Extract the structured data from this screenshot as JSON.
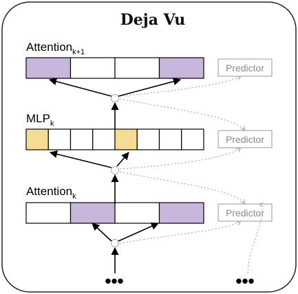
{
  "title": "Deja Vu",
  "layers": [
    {
      "name": "Attention",
      "subscript": "k+1",
      "cells": 4,
      "highlighted": [
        0,
        3
      ],
      "fill_color": "#c9b6dc"
    },
    {
      "name": "MLP",
      "subscript": "k",
      "cells": 8,
      "highlighted": [
        0,
        4
      ],
      "fill_color": "#f6dc92"
    },
    {
      "name": "Attention",
      "subscript": "k",
      "cells": 4,
      "highlighted": [
        1,
        3
      ],
      "fill_color": "#c9b6dc"
    }
  ],
  "predictors": [
    {
      "label": "Predictor"
    },
    {
      "label": "Predictor"
    },
    {
      "label": "Predictor"
    }
  ],
  "ellipsis_main": "•••",
  "ellipsis_side": "•••",
  "colors": {
    "frame": "#222222",
    "arrow": "#000000",
    "dotted_arrow": "#aaaaaa",
    "predictor_border": "#999999"
  }
}
